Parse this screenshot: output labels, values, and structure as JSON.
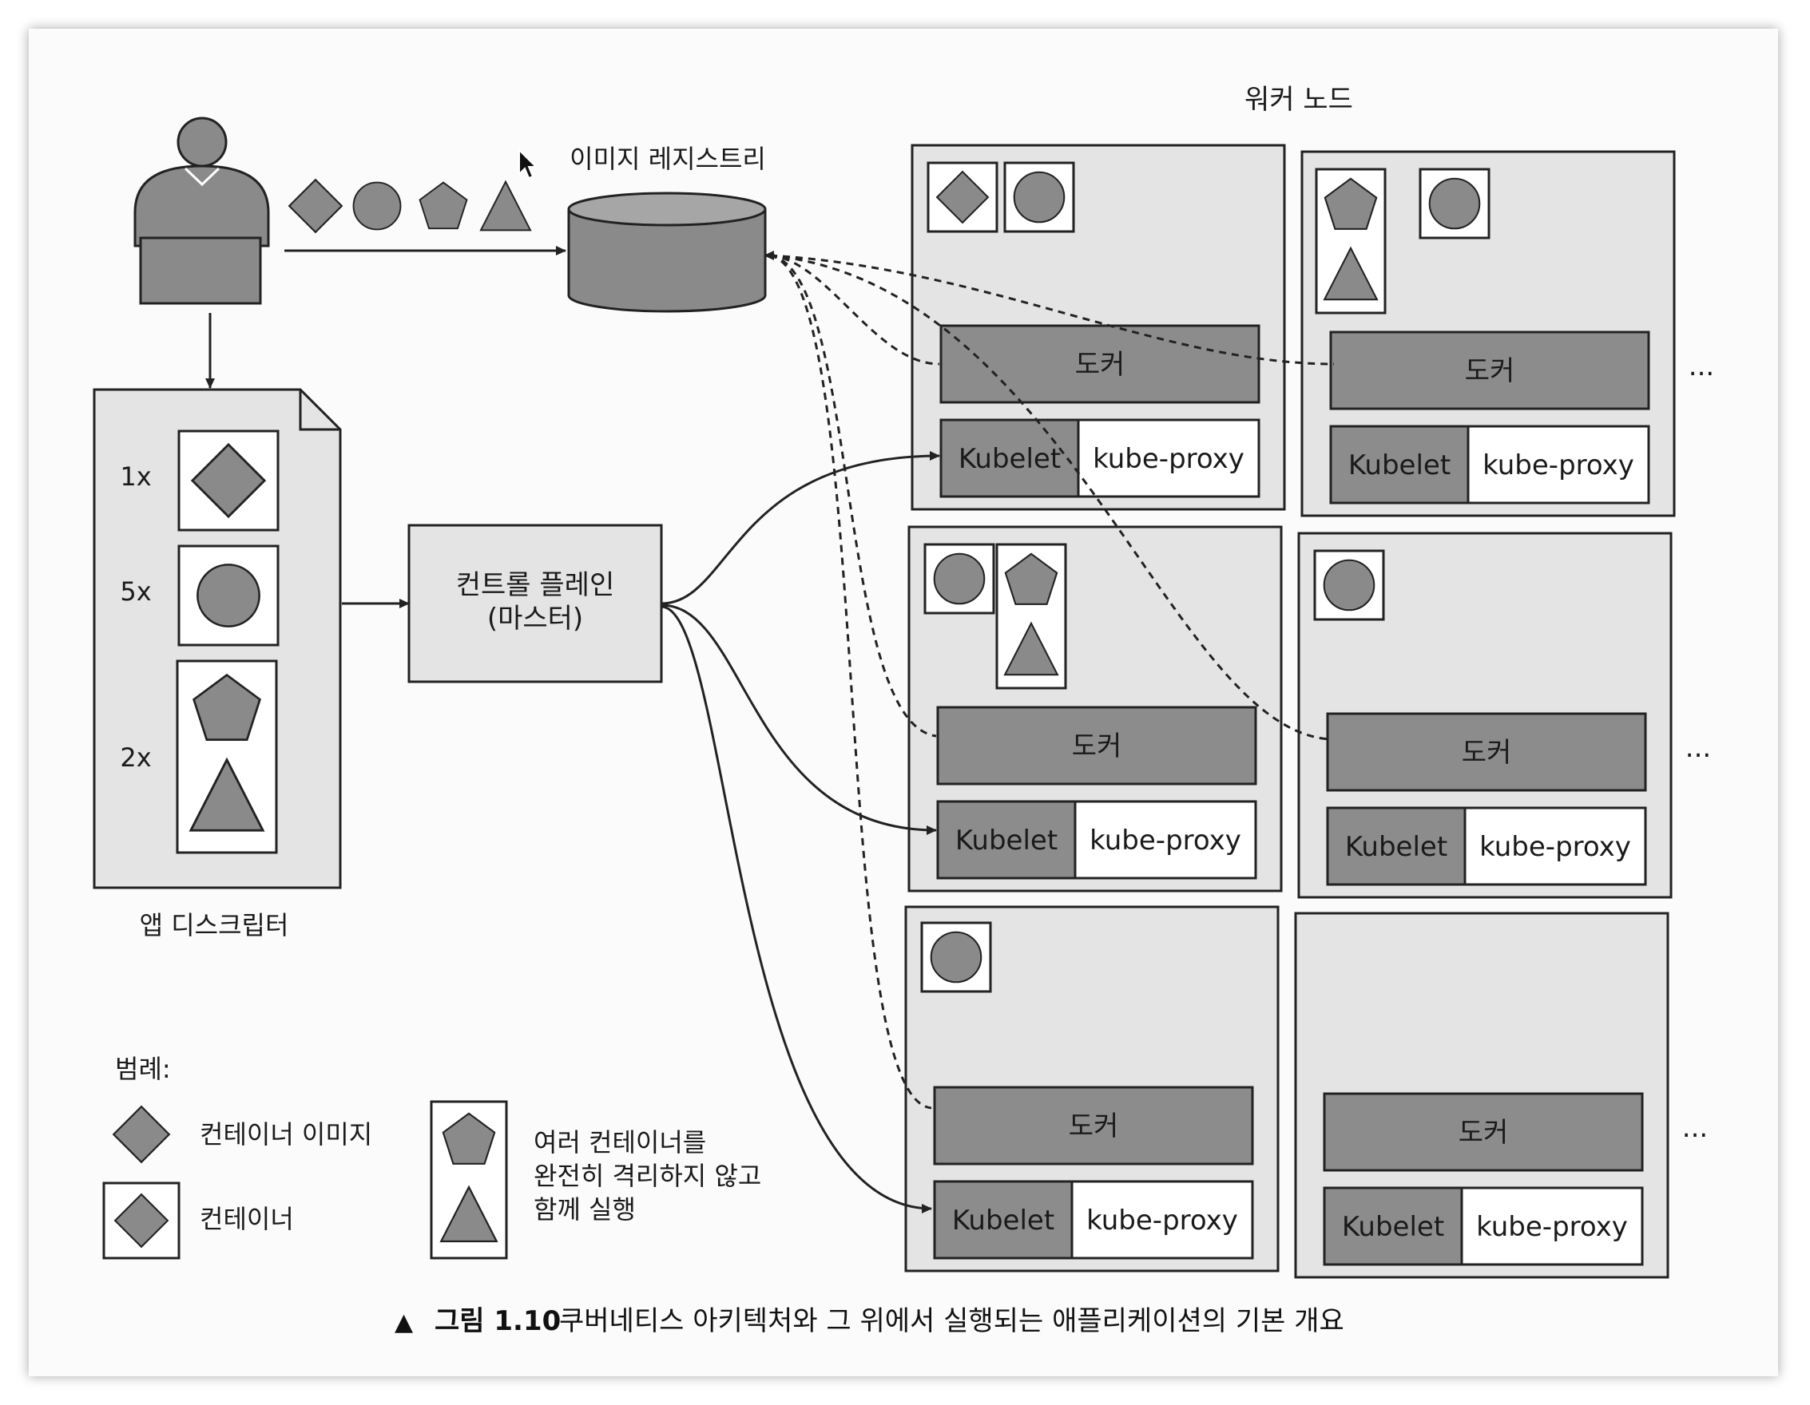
{
  "labels": {
    "worker_nodes": "워커 노드",
    "image_registry": "이미지 레지스트리",
    "app_descriptor": "앱 디스크립터",
    "control_plane_line1": "컨트롤 플레인",
    "control_plane_line2": "(마스터)",
    "docker": "도커",
    "kubelet": "Kubelet",
    "kube_proxy": "kube-proxy",
    "ellipsis": "...",
    "counts": [
      "1x",
      "5x",
      "2x"
    ]
  },
  "legend": {
    "title": "범례:",
    "container_image": "컨테이너 이미지",
    "container": "컨테이너",
    "group_line1": "여러 컨테이너를",
    "group_line2": "완전히 격리하지 않고",
    "group_line3": "함께 실행"
  },
  "caption": {
    "marker": "▲",
    "label": "그림 1.10",
    "text": "쿠버네티스 아키텍처와 그 위에서 실행되는 애플리케이션의 기본 개요"
  },
  "colors": {
    "shape_fill": "#8a8a8a",
    "node_fill": "#e4e4e4",
    "docker_fill": "#8c8c8c",
    "kubelet_fill": "#8c8c8c",
    "stroke": "#222222"
  }
}
